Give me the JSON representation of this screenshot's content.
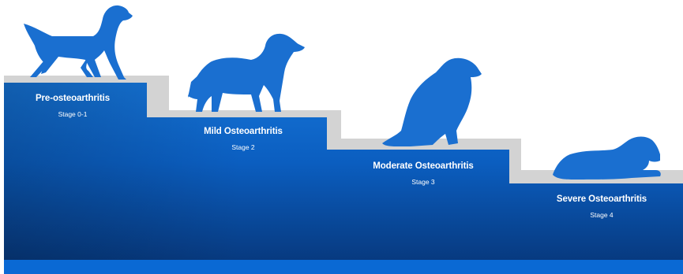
{
  "stages": [
    {
      "title": "Pre-osteoarthritis",
      "stage": "Stage 0-1",
      "pose": "walking"
    },
    {
      "title": "Mild Osteoarthritis",
      "stage": "Stage 2",
      "pose": "standing"
    },
    {
      "title": "Moderate Osteoarthritis",
      "stage": "Stage 3",
      "pose": "sitting"
    },
    {
      "title": "Severe Osteoarthritis",
      "stage": "Stage 4",
      "pose": "lying"
    }
  ],
  "colors": {
    "step_top": "#1573d6",
    "step_mid": "#0b5ec0",
    "step_bottom": "#073a80",
    "base_band": "#0a69d4",
    "step_edge": "#d3d3d3",
    "dog": "#1a6fd0"
  }
}
